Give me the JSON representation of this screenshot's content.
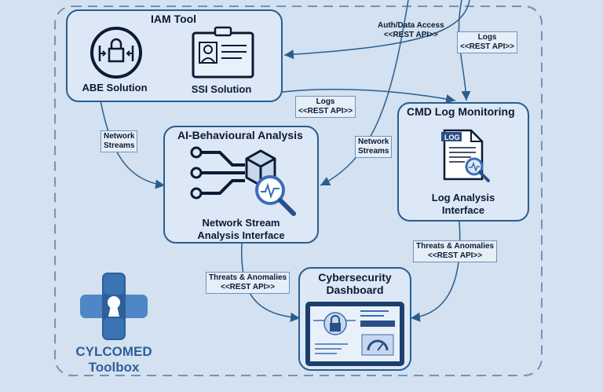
{
  "colors": {
    "background": "#d3e1f0",
    "box_border": "#2a5d8f",
    "box_fill": "#dce8f5",
    "arrow": "#2a5d8f",
    "brand": "#2e5f99",
    "brand_light": "#4f86c6"
  },
  "iam_tool": {
    "title": "IAM Tool",
    "abe_label": "ABE Solution",
    "ssi_label": "SSI Solution",
    "icons": [
      "lock-balance-icon",
      "id-badge-icon"
    ]
  },
  "ai_analysis": {
    "title": "AI-Behavioural Analysis",
    "label_line1": "Network Stream",
    "label_line2": "Analysis Interface",
    "icons": [
      "circuit-cube-icon",
      "magnifier-icon"
    ]
  },
  "cmd_log": {
    "title": "CMD Log Monitoring",
    "label_line1": "Log Analysis",
    "label_line2": "Interface",
    "icons": [
      "log-document-icon"
    ]
  },
  "dashboard": {
    "title_line1": "Cybersecurity",
    "title_line2": "Dashboard",
    "icons": [
      "monitor-dashboard-icon"
    ]
  },
  "edges": {
    "auth_line1": "Auth/Data Access",
    "auth_line2": "<<REST API>>",
    "logs_top_line1": "Logs",
    "logs_top_line2": "<<REST API>>",
    "logs_mid_line1": "Logs",
    "logs_mid_line2": "<<REST API>>",
    "net_left_line1": "Network",
    "net_left_line2": "Streams",
    "net_right_line1": "Network",
    "net_right_line2": "Streams",
    "threats_left_line1": "Threats & Anomalies",
    "threats_left_line2": "<<REST API>>",
    "threats_right_line1": "Threats & Anomalies",
    "threats_right_line2": "<<REST API>>"
  },
  "brand": {
    "name_line1": "CYLCOMED",
    "name_line2": "Toolbox",
    "icon": "keyhole-plus-logo-icon"
  }
}
